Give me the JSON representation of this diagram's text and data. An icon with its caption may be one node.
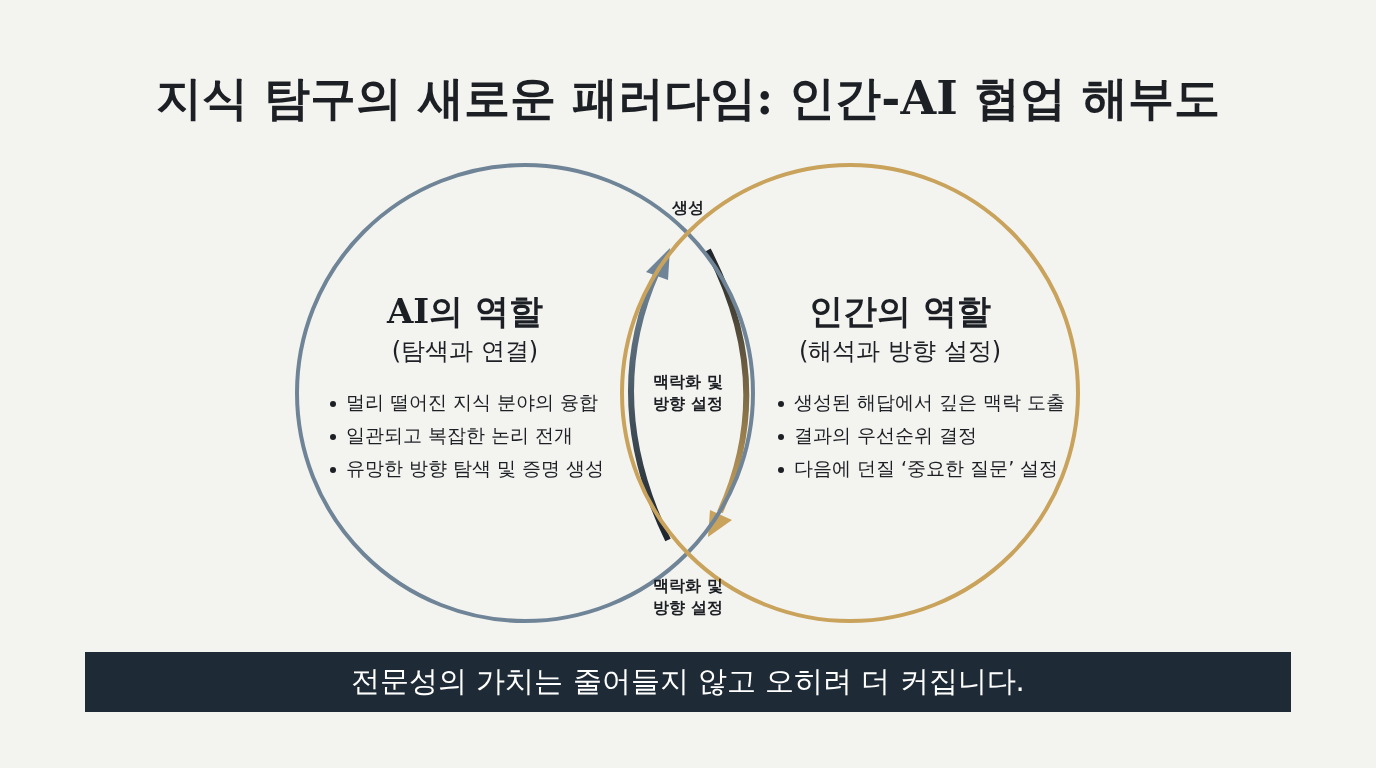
{
  "diagram": {
    "title": "지식 탐구의 새로운 패러다임: 인간-AI 협업 해부도",
    "nodes": [
      {
        "text": [
          "AI의 역할",
          "(탐색과 연결)",
          "멀리 떨어진 지식 분야의 융합",
          "일관되고 복잡한 논리 전개",
          "유망한 방향 탐색 및 증명 생성"
        ]
      },
      {
        "text": [
          "인간의 역할",
          "(해석과 방향 설정)",
          "생성된 해답에서 깊은 맥락 도출",
          "결과의 우선순위 결정",
          "다음에 던질 ‘중요한 질문’ 설정"
        ]
      },
      {
        "text": [
          "전문성의 가치는 줄어들지 않고 오히려 더 커집니다."
        ]
      }
    ],
    "edges": [
      {
        "from": 0,
        "to": 1,
        "arrow": "to",
        "label": "생성"
      },
      {
        "from": 1,
        "to": 0,
        "arrow": "to",
        "label": "맥락화 및 방향 설정"
      }
    ],
    "labels": [
      "맥락화 및 방향 설정"
    ]
  }
}
